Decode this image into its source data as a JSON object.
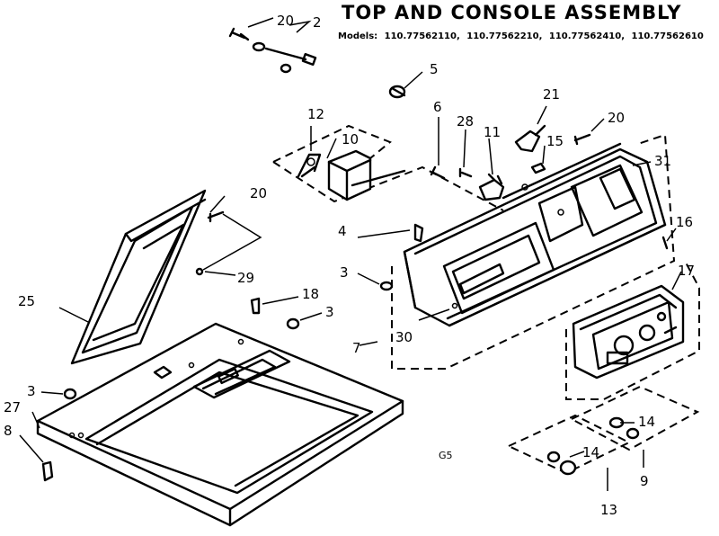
{
  "title": "TOP AND CONSOLE ASSEMBLY",
  "models_label": "Models:",
  "models": [
    "110.77562110,",
    "110.77562210,",
    "110.77562410,",
    "110.77562610"
  ],
  "callouts": {
    "c20a": "20",
    "c2": "2",
    "c5": "5",
    "c21": "21",
    "c20b": "20",
    "c12": "12",
    "c10": "10",
    "c6": "6",
    "c28": "28",
    "c11": "11",
    "c15": "15",
    "c31": "31",
    "c20c": "20",
    "c16": "16",
    "c4": "4",
    "c17": "17",
    "c3a": "3",
    "c29": "29",
    "c25": "25",
    "c18": "18",
    "c3b": "3",
    "c30": "30",
    "c7": "7",
    "c3c": "3",
    "c27": "27",
    "c8": "8",
    "c14a": "14",
    "c14b": "14",
    "c9": "9",
    "c13": "13"
  },
  "code": "G5"
}
